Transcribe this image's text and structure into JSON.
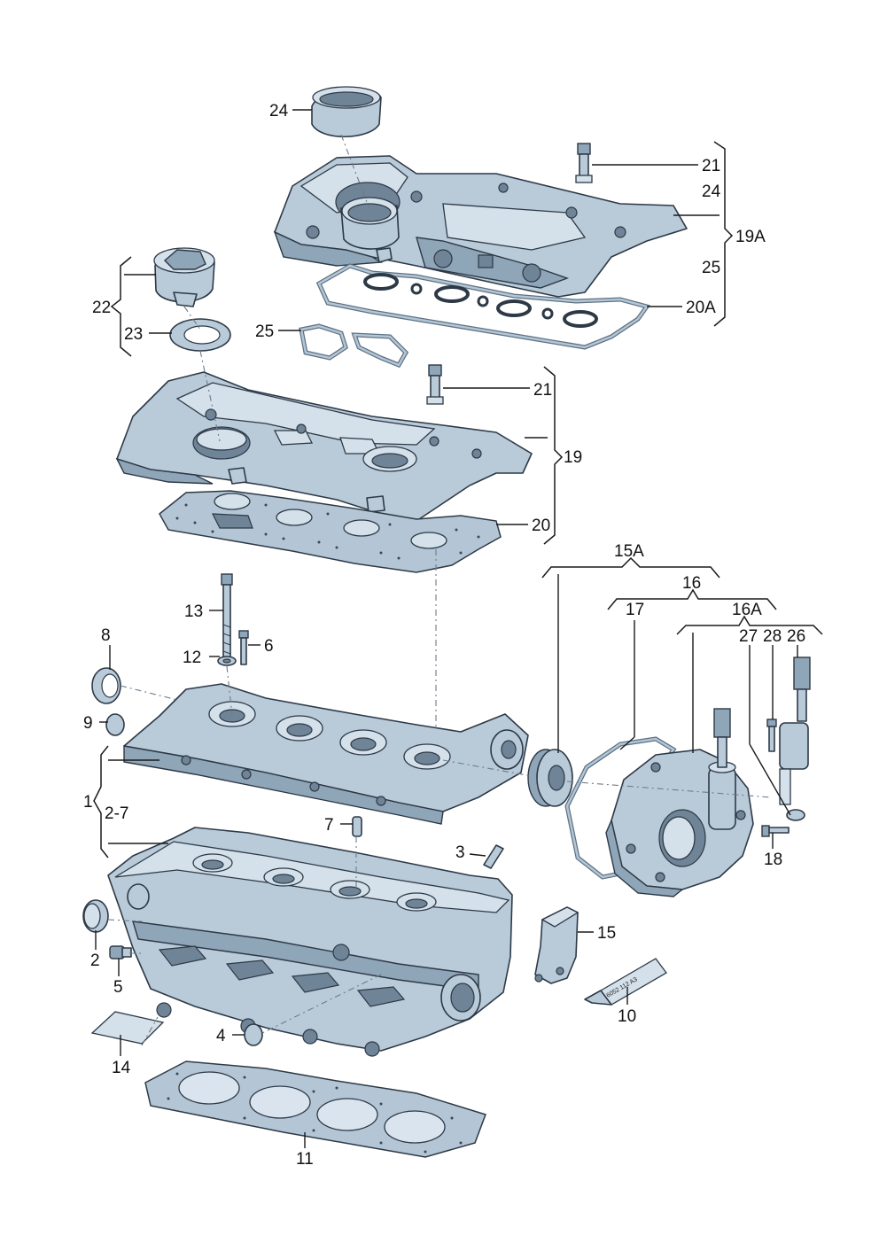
{
  "labels": {
    "l1": "1",
    "l2": "2",
    "l2_7": "2-7",
    "l3": "3",
    "l4": "4",
    "l5": "5",
    "l6": "6",
    "l7": "7",
    "l8": "8",
    "l9": "9",
    "l10": "10",
    "l11": "11",
    "l12": "12",
    "l13": "13",
    "l14": "14",
    "l15": "15",
    "l15A": "15A",
    "l16": "16",
    "l16A": "16A",
    "l17": "17",
    "l18": "18",
    "l19": "19",
    "l19A": "19A",
    "l20": "20",
    "l20A": "20A",
    "l21a": "21",
    "l21b": "21",
    "l22": "22",
    "l23": "23",
    "l24a": "24",
    "l24b": "24",
    "l25a": "25",
    "l25b": "25",
    "l26": "26",
    "l27": "27",
    "l28": "28"
  },
  "tube_stamp": "6052 112 A3"
}
